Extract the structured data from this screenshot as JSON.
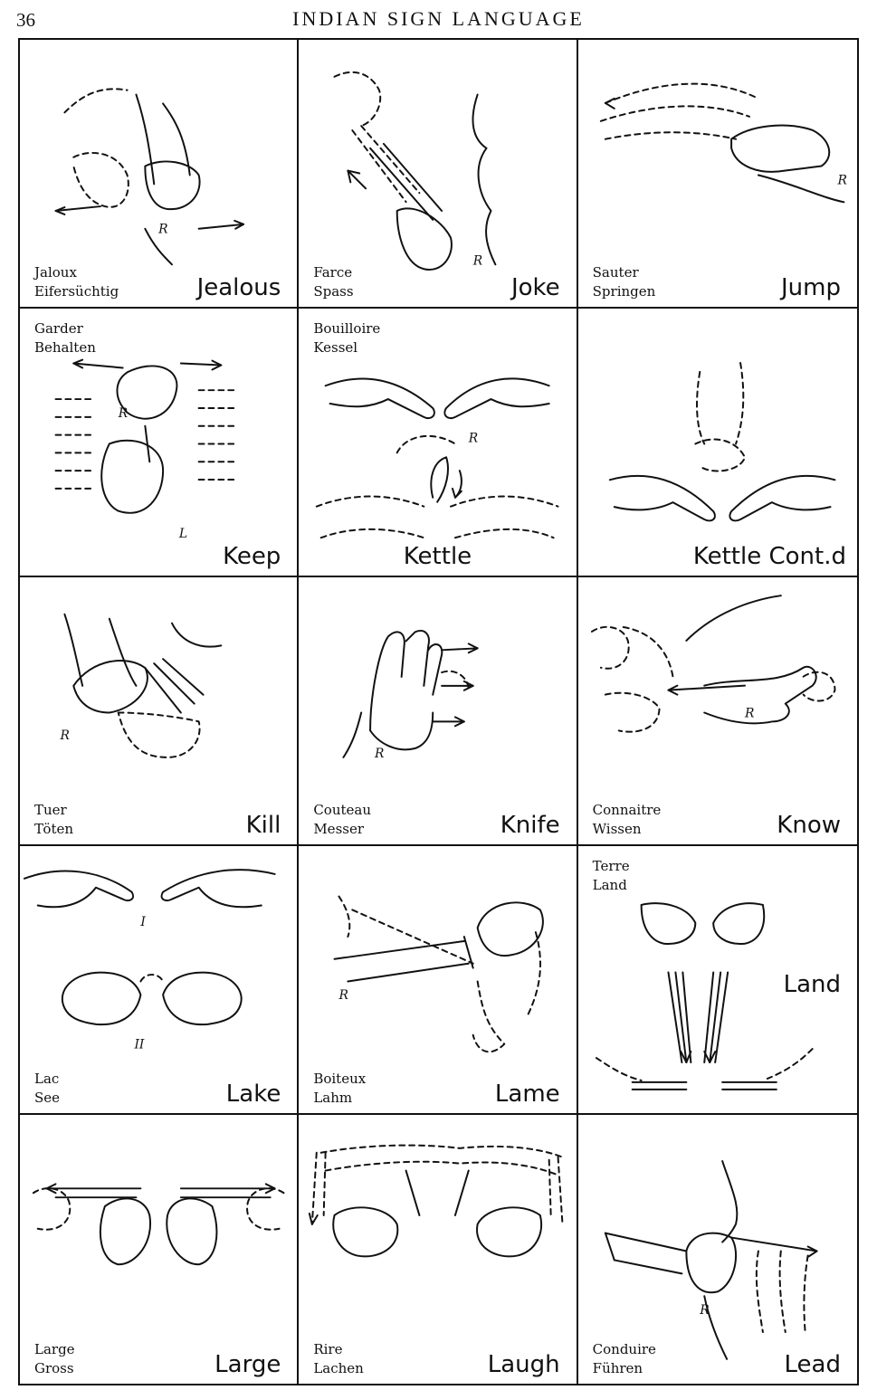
{
  "page": {
    "number": "36",
    "title": "INDIAN SIGN LANGUAGE"
  },
  "cells": [
    {
      "french": "Jaloux",
      "german": "Eifersüchtig",
      "english": "Jealous",
      "marks": [
        "R"
      ]
    },
    {
      "french": "Farce",
      "german": "Spass",
      "english": "Joke",
      "marks": [
        "R"
      ]
    },
    {
      "french": "Sauter",
      "german": "Springen",
      "english": "Jump",
      "marks": [
        "R"
      ]
    },
    {
      "french": "Garder",
      "german": "Behalten",
      "english": "Keep",
      "marks": [
        "R",
        "L"
      ]
    },
    {
      "french": "Bouilloire",
      "german": "Kessel",
      "english": "Kettle",
      "marks": [
        "R"
      ]
    },
    {
      "french": "",
      "german": "",
      "english": "Kettle Cont.d",
      "marks": []
    },
    {
      "french": "Tuer",
      "german": "Töten",
      "english": "Kill",
      "marks": [
        "R"
      ]
    },
    {
      "french": "Couteau",
      "german": "Messer",
      "english": "Knife",
      "marks": [
        "R"
      ]
    },
    {
      "french": "Connaitre",
      "german": "Wissen",
      "english": "Know",
      "marks": [
        "R"
      ]
    },
    {
      "french": "Lac",
      "german": "See",
      "english": "Lake",
      "marks": [
        "I",
        "II"
      ]
    },
    {
      "french": "Boiteux",
      "german": "Lahm",
      "english": "Lame",
      "marks": [
        "R"
      ]
    },
    {
      "french": "Terre",
      "german": "Land",
      "english": "Land",
      "marks": []
    },
    {
      "french": "Large",
      "german": "Gross",
      "english": "Large",
      "marks": []
    },
    {
      "french": "Rire",
      "german": "Lachen",
      "english": "Laugh",
      "marks": []
    },
    {
      "french": "Conduire",
      "german": "Führen",
      "english": "Lead",
      "marks": [
        "R"
      ]
    }
  ]
}
